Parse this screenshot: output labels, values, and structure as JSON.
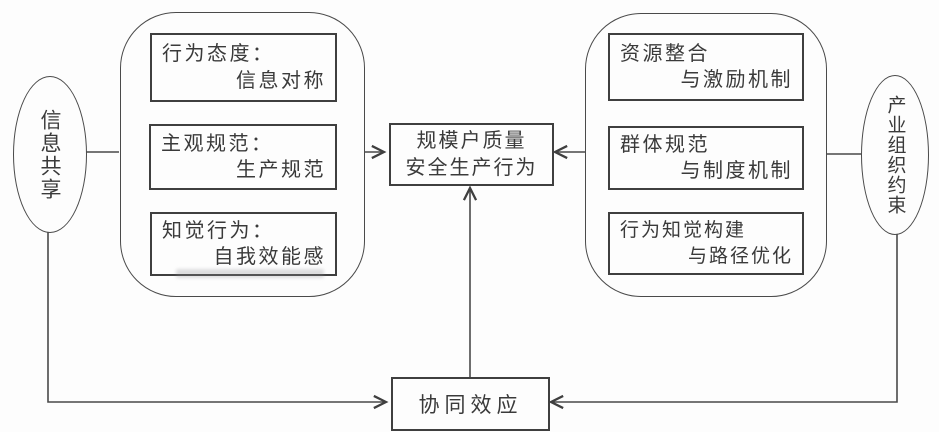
{
  "diagram": {
    "left_ellipse": {
      "label": "信息共享"
    },
    "right_ellipse": {
      "label": "产业组织约束"
    },
    "left_group": {
      "boxes": [
        {
          "line1": "行为态度：",
          "line2": "信息对称"
        },
        {
          "line1": "主观规范：",
          "line2": "生产规范"
        },
        {
          "line1": "知觉行为：",
          "line2": "自我效能感"
        }
      ]
    },
    "right_group": {
      "boxes": [
        {
          "line1": "资源整合",
          "line2": "与激励机制"
        },
        {
          "line1": "群体规范",
          "line2": "与制度机制"
        },
        {
          "line1": "行为知觉构建",
          "line2": "与路径优化"
        }
      ]
    },
    "center_box": {
      "line1": "规模户质量",
      "line2": "安全生产行为"
    },
    "bottom_box": {
      "label": "协同效应"
    },
    "colors": {
      "line": "#4a4a4a",
      "text": "#3a3a3a",
      "background": "#fdfdfd"
    }
  }
}
